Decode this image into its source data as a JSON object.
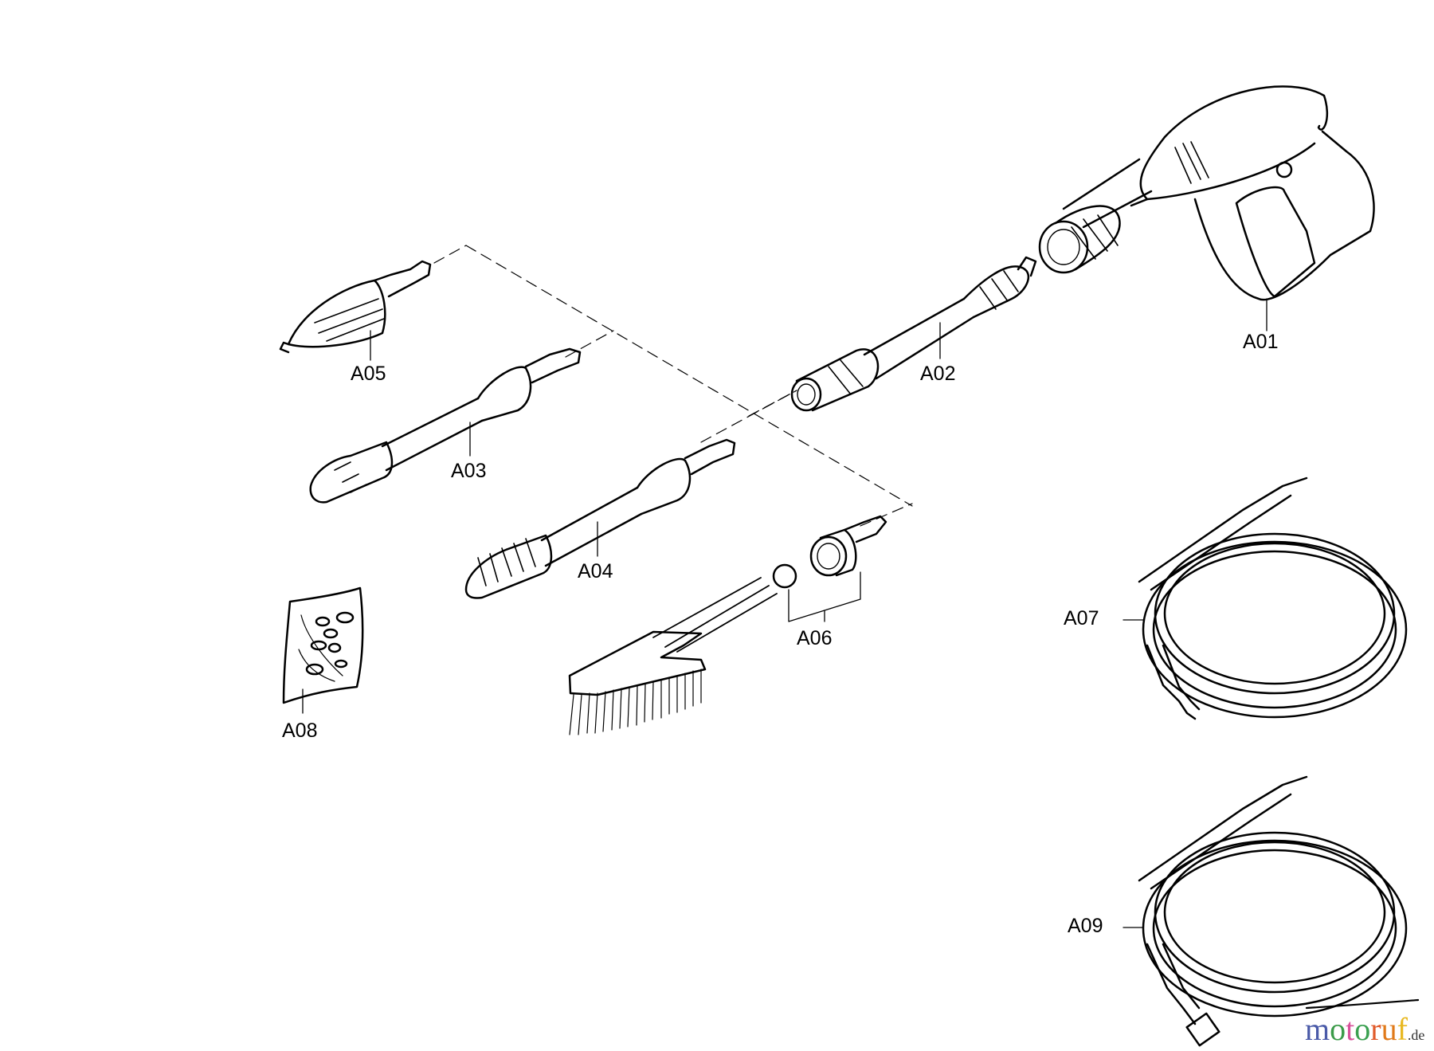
{
  "diagram": {
    "type": "exploded-parts-view",
    "parts": [
      {
        "id": "A01",
        "label": "A01",
        "description": "trigger gun"
      },
      {
        "id": "A02",
        "label": "A02",
        "description": "extension wand"
      },
      {
        "id": "A03",
        "label": "A03",
        "description": "spray lance (adjustable)"
      },
      {
        "id": "A04",
        "label": "A04",
        "description": "spray lance (rotating nozzle)"
      },
      {
        "id": "A05",
        "label": "A05",
        "description": "nozzle"
      },
      {
        "id": "A06",
        "label": "A06",
        "description": "wash brush with adapter"
      },
      {
        "id": "A07",
        "label": "A07",
        "description": "high-pressure hose"
      },
      {
        "id": "A08",
        "label": "A08",
        "description": "o-ring seal kit bag"
      },
      {
        "id": "A09",
        "label": "A09",
        "description": "high-pressure hose with threaded fitting"
      }
    ]
  },
  "watermark": {
    "brand": [
      "m",
      "o",
      "t",
      "o",
      "r",
      "u",
      "f"
    ],
    "suffix": ".de"
  }
}
